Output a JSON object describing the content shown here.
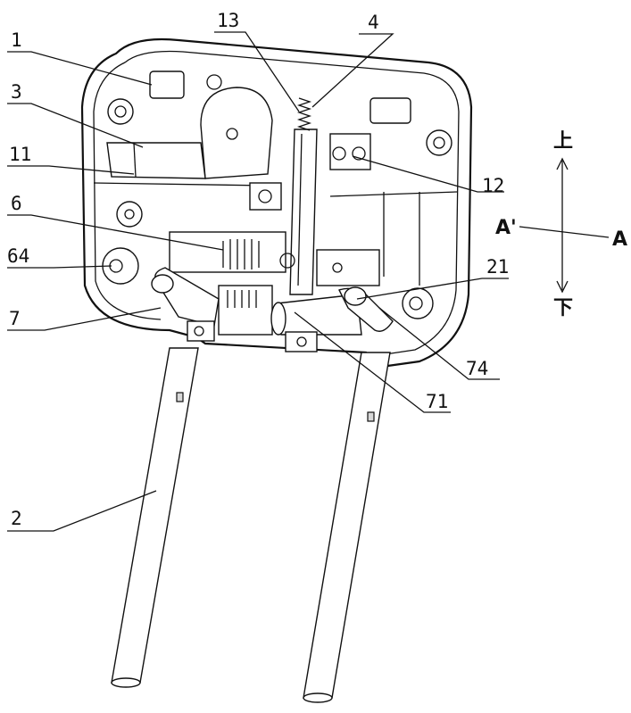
{
  "figure": {
    "labels": [
      {
        "id": "label-1",
        "text": "1"
      },
      {
        "id": "label-3",
        "text": "3"
      },
      {
        "id": "label-11",
        "text": "11"
      },
      {
        "id": "label-6",
        "text": "6"
      },
      {
        "id": "label-64",
        "text": "64"
      },
      {
        "id": "label-7",
        "text": "7"
      },
      {
        "id": "label-13",
        "text": "13"
      },
      {
        "id": "label-4",
        "text": "4"
      },
      {
        "id": "label-12",
        "text": "12"
      },
      {
        "id": "label-21",
        "text": "21"
      },
      {
        "id": "label-74",
        "text": "74"
      },
      {
        "id": "label-71",
        "text": "71"
      },
      {
        "id": "label-2",
        "text": "2"
      }
    ],
    "direction": {
      "up": "上",
      "down": "下",
      "section_start": "A'",
      "section_end": "A"
    }
  }
}
